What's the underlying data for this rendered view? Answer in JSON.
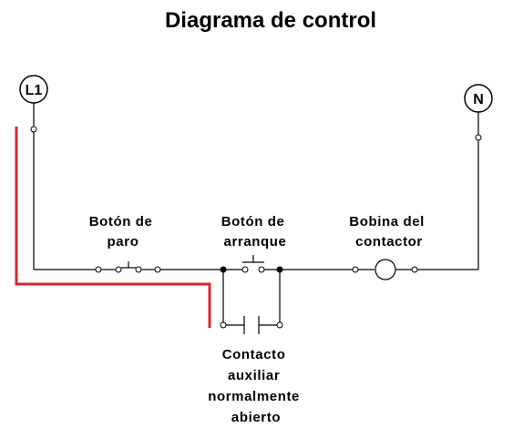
{
  "title": "Diagrama de control",
  "terminals": {
    "left": "L1",
    "right": "N"
  },
  "labels": {
    "stop_button": [
      "Botón de",
      "paro"
    ],
    "start_button": [
      "Botón de",
      "arranque"
    ],
    "coil": [
      "Bobina del",
      "contactor"
    ],
    "aux_contact": [
      "Contacto",
      "auxiliar",
      "normalmente",
      "abierto"
    ]
  },
  "colors": {
    "line": "#000000",
    "highlight_path": "#d9252b"
  }
}
